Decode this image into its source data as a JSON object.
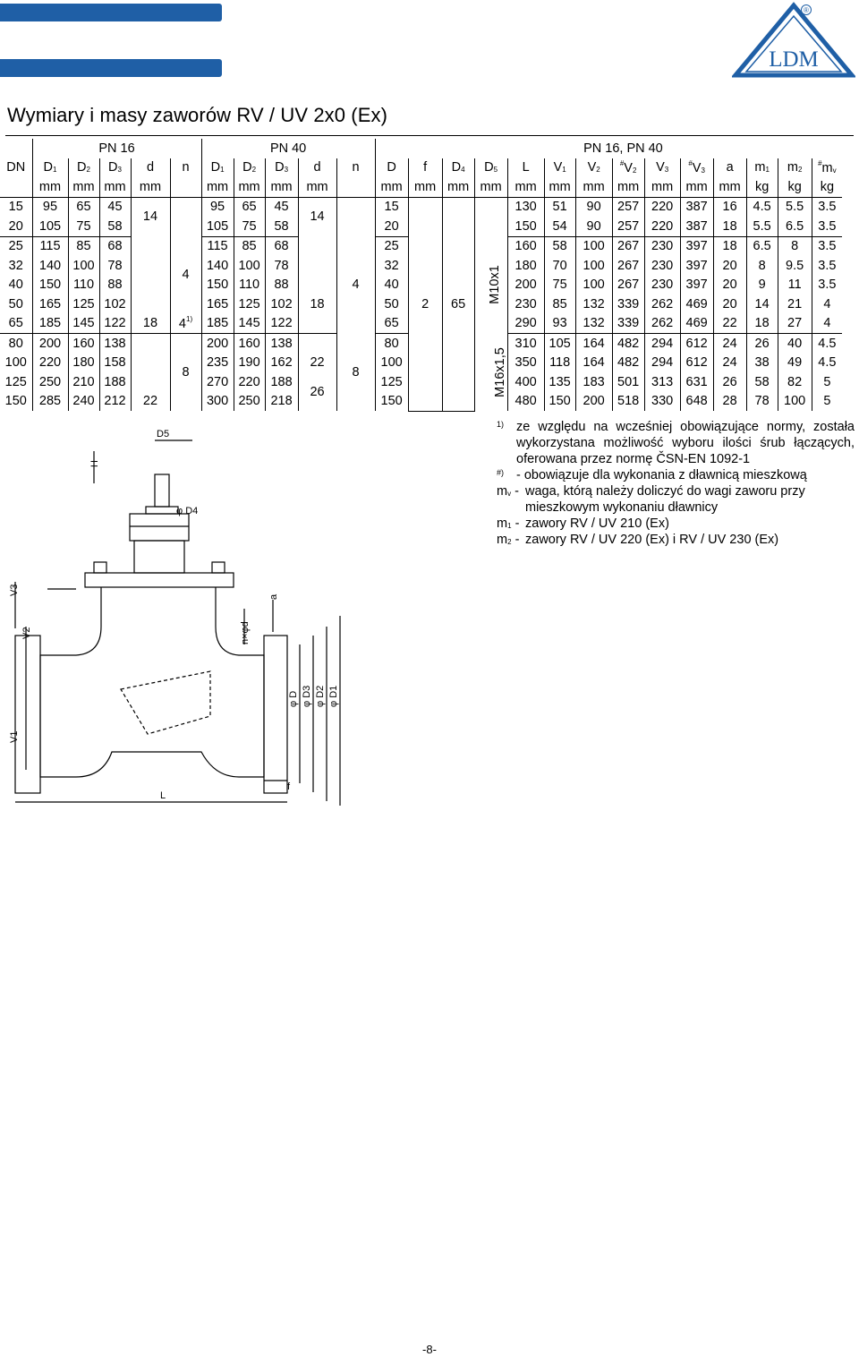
{
  "header": {
    "brand": "LDM",
    "registered_mark": "®"
  },
  "title": "Wymiary i masy zaworów RV / UV 2x0 (Ex)",
  "table": {
    "groups": {
      "pn16": "PN 16",
      "pn40": "PN 40",
      "common": "PN 16, PN 40"
    },
    "headers": {
      "dn": "DN",
      "d1": "D",
      "d2": "D",
      "d3": "D",
      "d": "d",
      "n": "n",
      "D": "D",
      "f": "f",
      "d4": "D",
      "d5": "D",
      "L": "L",
      "v1": "V",
      "v2": "V",
      "v2h": "V",
      "v3": "V",
      "v3h": "V",
      "a": "a",
      "m1": "m",
      "m2": "m",
      "mv": "m",
      "sub1": "1",
      "sub2": "2",
      "sub3": "3",
      "sub4": "4",
      "sub5": "5",
      "subv": "v",
      "hash": "#"
    },
    "units": {
      "mm": "mm",
      "kg": "kg"
    },
    "rows": [
      [
        "15",
        "95",
        "65",
        "45",
        "95",
        "65",
        "45",
        "15",
        "130",
        "51",
        "90",
        "257",
        "220",
        "387",
        "16",
        "4.5",
        "5.5",
        "3.5"
      ],
      [
        "20",
        "105",
        "75",
        "58",
        "105",
        "75",
        "58",
        "20",
        "150",
        "54",
        "90",
        "257",
        "220",
        "387",
        "18",
        "5.5",
        "6.5",
        "3.5"
      ],
      [
        "25",
        "115",
        "85",
        "68",
        "115",
        "85",
        "68",
        "25",
        "160",
        "58",
        "100",
        "267",
        "230",
        "397",
        "18",
        "6.5",
        "8",
        "3.5"
      ],
      [
        "32",
        "140",
        "100",
        "78",
        "140",
        "100",
        "78",
        "32",
        "180",
        "70",
        "100",
        "267",
        "230",
        "397",
        "20",
        "8",
        "9.5",
        "3.5"
      ],
      [
        "40",
        "150",
        "110",
        "88",
        "150",
        "110",
        "88",
        "40",
        "200",
        "75",
        "100",
        "267",
        "230",
        "397",
        "20",
        "9",
        "11",
        "3.5"
      ],
      [
        "50",
        "165",
        "125",
        "102",
        "165",
        "125",
        "102",
        "50",
        "230",
        "85",
        "132",
        "339",
        "262",
        "469",
        "20",
        "14",
        "21",
        "4"
      ],
      [
        "65",
        "185",
        "145",
        "122",
        "185",
        "145",
        "122",
        "65",
        "290",
        "93",
        "132",
        "339",
        "262",
        "469",
        "22",
        "18",
        "27",
        "4"
      ],
      [
        "80",
        "200",
        "160",
        "138",
        "200",
        "160",
        "138",
        "80",
        "310",
        "105",
        "164",
        "482",
        "294",
        "612",
        "24",
        "26",
        "40",
        "4.5"
      ],
      [
        "100",
        "220",
        "180",
        "158",
        "235",
        "190",
        "162",
        "100",
        "350",
        "118",
        "164",
        "482",
        "294",
        "612",
        "24",
        "38",
        "49",
        "4.5"
      ],
      [
        "125",
        "250",
        "210",
        "188",
        "270",
        "220",
        "188",
        "125",
        "400",
        "135",
        "183",
        "501",
        "313",
        "631",
        "26",
        "58",
        "82",
        "5"
      ],
      [
        "150",
        "285",
        "240",
        "212",
        "300",
        "250",
        "218",
        "150",
        "480",
        "150",
        "200",
        "518",
        "330",
        "648",
        "28",
        "78",
        "100",
        "5"
      ]
    ],
    "merged": {
      "d16_a": "14",
      "n16_a": "4",
      "d16_b": "18",
      "n16_b": "4",
      "n16_b_note": "1)",
      "n16_c": "8",
      "d16_c": "22",
      "d40_a": "14",
      "n40_a": "4",
      "d40_b": "18",
      "d40_c": "22",
      "n40_c": "8",
      "d40_d": "26",
      "f": "2",
      "d4": "65",
      "d5_a": "M10x1",
      "d5_b": "M16x1,5"
    }
  },
  "notes": [
    {
      "mark": "1)",
      "text": "ze względu na wcześniej obowiązujące normy, została wykorzystana możliwość wyboru ilości śrub łączących, oferowana przez normę ČSN-EN 1092-1"
    },
    {
      "mark": "#)",
      "text": "- obowiązuje dla wykonania z dławnicą mieszkową"
    },
    {
      "mark": "m",
      "mark_sub": "v",
      "text": "waga, którą należy doliczyć do wagi zaworu przy mieszkowym wykonaniu dławnicy"
    },
    {
      "mark": "m",
      "mark_sub": "1",
      "text": "zawory RV / UV 210 (Ex)"
    },
    {
      "mark": "m",
      "mark_sub": "2",
      "text": "zawory RV / UV 220 (Ex)  i RV / UV 230 (Ex)"
    }
  ],
  "drawing_labels": {
    "d5": "D5",
    "h": "H",
    "d4": "φ D4",
    "v3": "V3",
    "v2": "V2",
    "v1": "V1",
    "a": "a",
    "nxd": "n×φd",
    "phi_d": "φ D",
    "phi_d3": "φ D3",
    "phi_d2": "φ D2",
    "phi_d1": "φ D1",
    "L": "L",
    "f": "f"
  },
  "page_number": "-8-",
  "colors": {
    "brand_blue": "#1f5fa6",
    "line": "#000000"
  }
}
